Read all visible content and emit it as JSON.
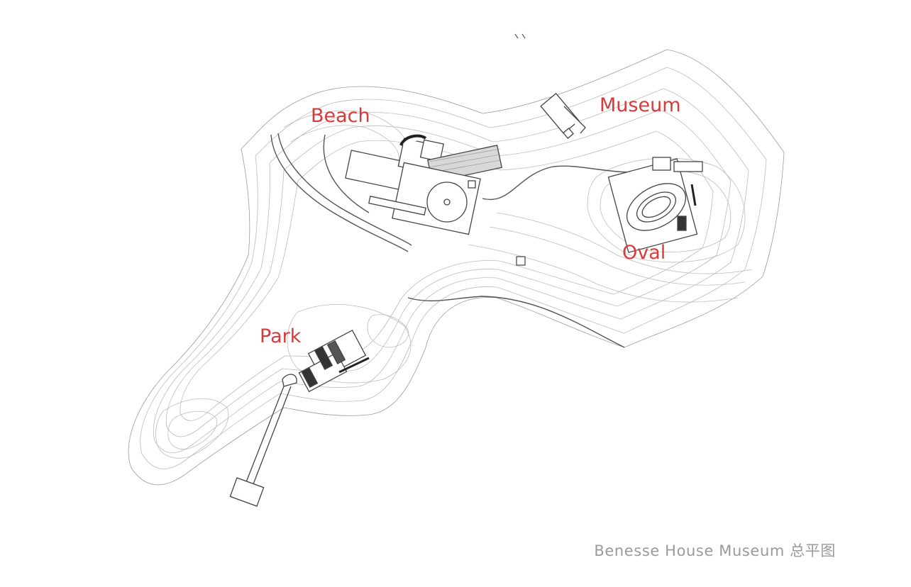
{
  "map": {
    "labels": {
      "beach": "Beach",
      "museum": "Museum",
      "oval": "Oval",
      "park": "Park"
    },
    "label_color": "#d83a3a",
    "line_color": "#444444"
  },
  "caption": "Benesse House Museum 总平图"
}
